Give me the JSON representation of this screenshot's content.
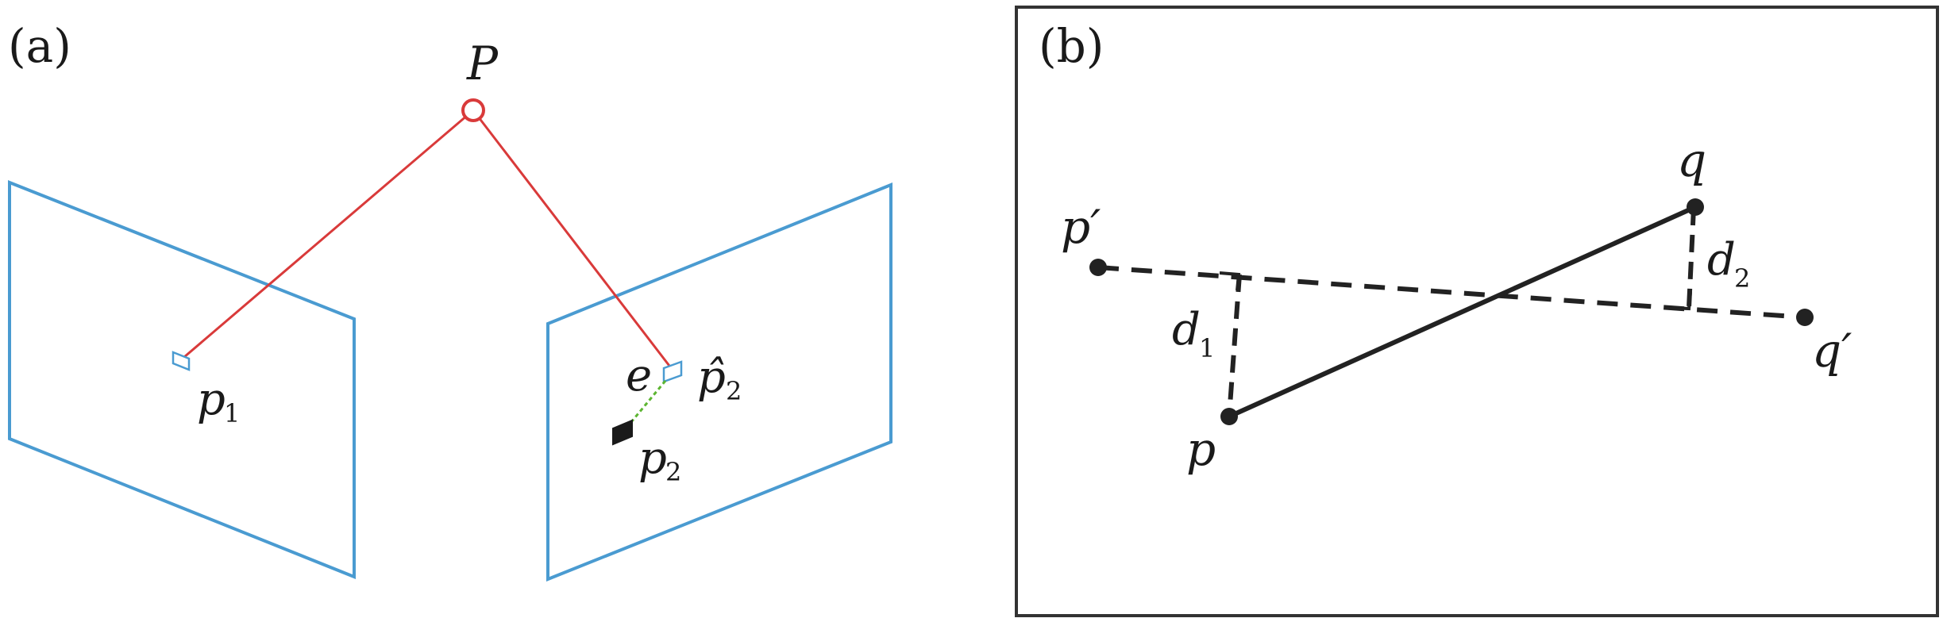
{
  "panel_a": {
    "label": "(a)",
    "point_label": "P",
    "p1_label": "p",
    "p1_sub": "1",
    "e_label": "e",
    "p2hat_label": "p̂",
    "p2hat_sub": "2",
    "p2_label": "p",
    "p2_sub": "2",
    "colors": {
      "plane": "#4a9bd1",
      "ray": "#d93a3a",
      "residual": "#5cb531",
      "point": "#1a1a1a"
    }
  },
  "panel_b": {
    "label": "(b)",
    "p_label": "p",
    "q_label": "q",
    "pp_label": "p′",
    "qp_label": "q′",
    "d1_label": "d",
    "d1_sub": "1",
    "d2_label": "d",
    "d2_sub": "2",
    "colors": {
      "line": "#222222",
      "frame": "#333333"
    }
  }
}
